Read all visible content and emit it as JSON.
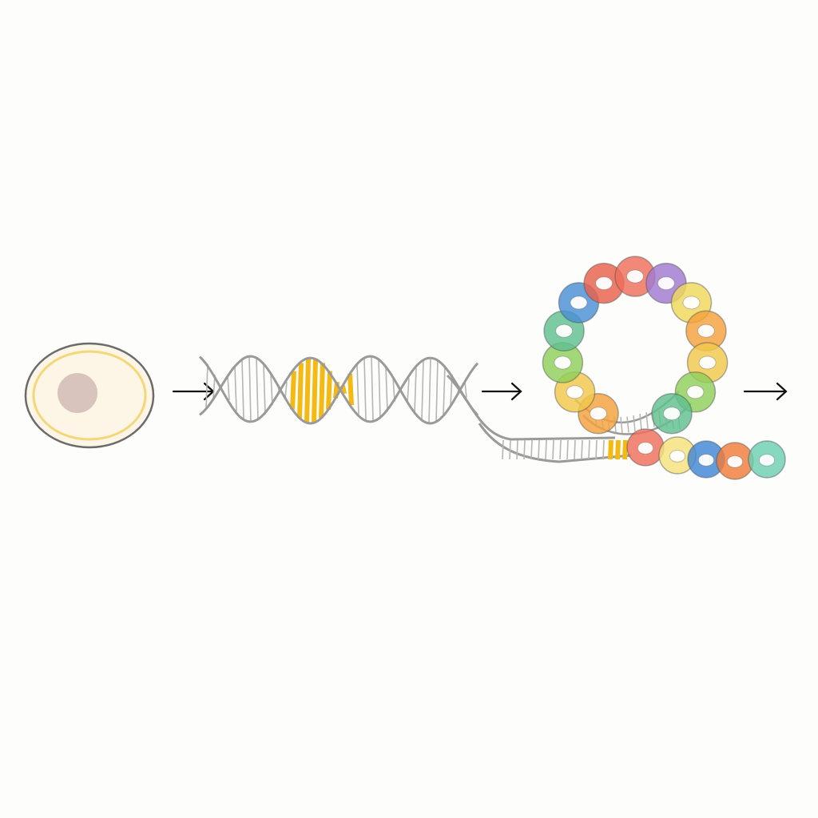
{
  "diagram": {
    "steps": [
      {
        "id": "cell",
        "kind": "cell"
      },
      {
        "id": "dna",
        "kind": "dna-double-helix"
      },
      {
        "id": "loop",
        "kind": "protein-ring-on-dna"
      }
    ],
    "arrows": 3,
    "colors": {
      "background": "#fdfdfc",
      "cell_fill": "#fdf6e6",
      "cell_outline": "#6b6b6b",
      "cell_inner_ring": "#f3d77a",
      "nucleus": "#d8c3bd",
      "dna_strand": "#9a9a9a",
      "highlight": "#f5b914",
      "arrow": "#111111",
      "ring_units": [
        "#f4a13a",
        "#f2c84b",
        "#8fcf5a",
        "#5fbf8f",
        "#4a8fd6",
        "#e9604a",
        "#ef6f5a",
        "#a07ad0",
        "#f0d85a"
      ],
      "tail_units": [
        "#f5e27a",
        "#3f86d6",
        "#f07c3c",
        "#6ccfb0"
      ]
    }
  }
}
